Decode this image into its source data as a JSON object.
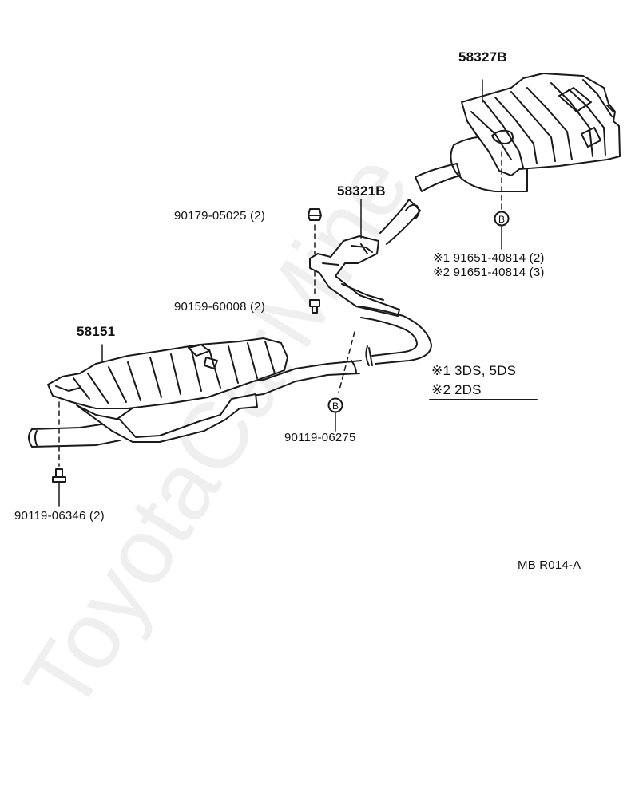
{
  "parts": {
    "cover_rear": "58327B",
    "bracket": "58321B",
    "cover_front": "58151",
    "nut": "90179-05025 (2)",
    "bolt_upper": "90159-60008 (2)",
    "bolt_center": "90119-06275",
    "bolt_lower": "90119-06346 (2)",
    "rear_screw_1": "※1 91651-40814 (2)",
    "rear_screw_2": "※2 91651-40814 (3)"
  },
  "callouts": {
    "b_marker": "B"
  },
  "notes": {
    "note_1": "※1 3DS, 5DS",
    "note_2": "※2 2DS"
  },
  "ref_code": "MB R014-A",
  "watermark": "ToyotaCarMine",
  "colors": {
    "line": "#1a1a1a",
    "watermark": "#ececec"
  },
  "icons": {
    "marker": "circle-letter-b-icon",
    "asterisk": "reference-mark-icon"
  }
}
